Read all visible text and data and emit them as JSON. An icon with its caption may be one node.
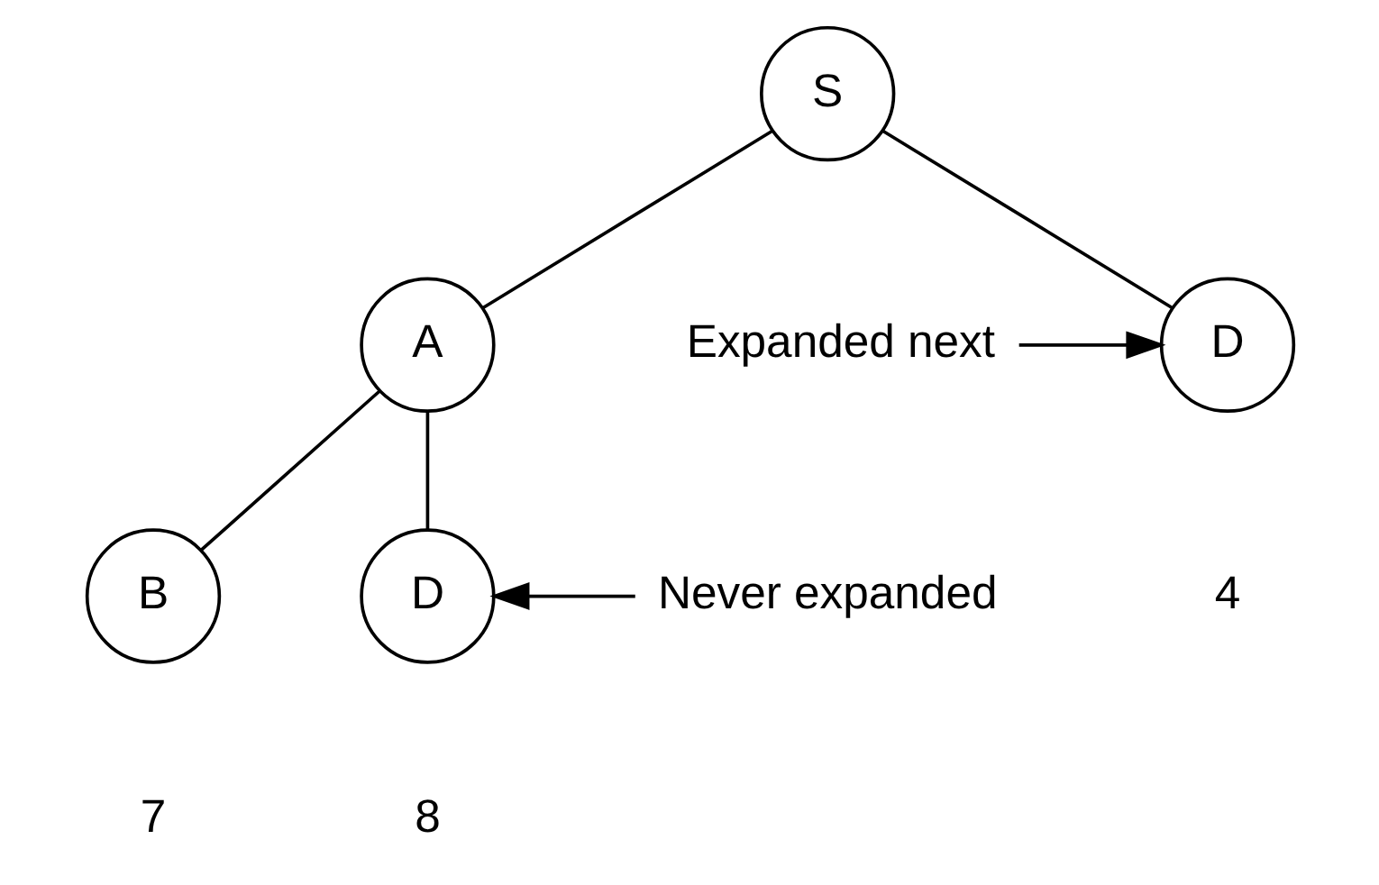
{
  "diagram": {
    "nodes": [
      {
        "text": [
          "S"
        ]
      },
      {
        "text": [
          "A"
        ]
      },
      {
        "text": [
          "D"
        ],
        "beside": [
          "4"
        ]
      },
      {
        "text": [
          "B"
        ],
        "beside": [
          "7"
        ]
      },
      {
        "text": [
          "D"
        ],
        "beside": [
          "8"
        ]
      },
      {
        "text": [
          "Expanded next"
        ]
      },
      {
        "text": [
          "Never expanded"
        ]
      }
    ],
    "edges": [
      {
        "from": 0,
        "to": 1,
        "arrow": "none"
      },
      {
        "from": 0,
        "to": 2,
        "arrow": "none"
      },
      {
        "from": 1,
        "to": 3,
        "arrow": "none"
      },
      {
        "from": 1,
        "to": 4,
        "arrow": "none"
      },
      {
        "from": 5,
        "to": 2,
        "arrow": "to"
      },
      {
        "from": 6,
        "to": 4,
        "arrow": "to"
      }
    ]
  }
}
